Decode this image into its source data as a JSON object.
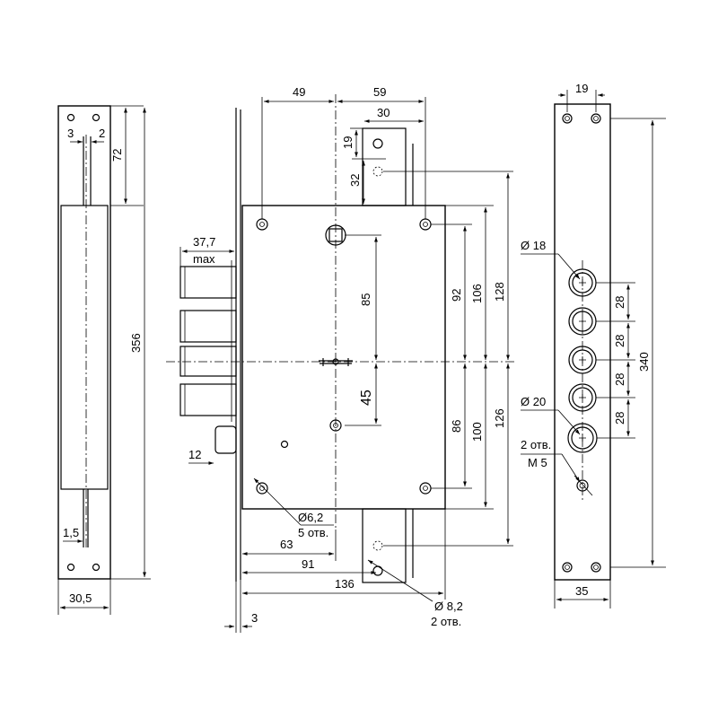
{
  "left_faceplate": {
    "dims": {
      "dim_3": "3",
      "dim_2": "2",
      "dim_72": "72",
      "dim_356": "356",
      "dim_1_5": "1,5",
      "dim_30_5": "30,5"
    }
  },
  "lock_body": {
    "dims": {
      "dim_49": "49",
      "dim_59": "59",
      "dim_30": "30",
      "dim_19": "19",
      "dim_32": "32",
      "dim_37_7": "37,7",
      "max_label": "max",
      "dim_85": "85",
      "dim_45": "45",
      "dim_92": "92",
      "dim_106": "106",
      "dim_128": "128",
      "dim_86": "86",
      "dim_100": "100",
      "dim_126": "126",
      "dim_12": "12",
      "dim_6_2": "Ø6,2",
      "holes_5": "5 отв.",
      "dim_63": "63",
      "dim_91": "91",
      "dim_136": "136",
      "dim_8_2": "Ø 8,2",
      "holes_2": "2 отв.",
      "dim_3_bottom": "3"
    }
  },
  "right_plate": {
    "dims": {
      "dim_19": "19",
      "dim_18": "Ø 18",
      "dim_20": "Ø 20",
      "dim_28_a": "28",
      "dim_28_b": "28",
      "dim_28_c": "28",
      "dim_28_d": "28",
      "dim_340": "340",
      "holes_2": "2 отв.",
      "thread": "М 5",
      "dim_35": "35"
    }
  }
}
